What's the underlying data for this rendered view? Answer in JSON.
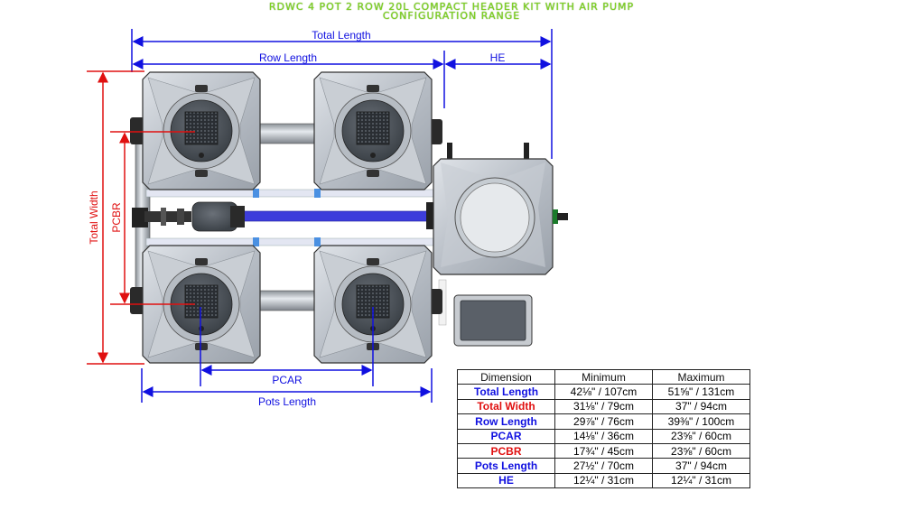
{
  "title_line1": "RDWC 4 POT 2 ROW 20L COMPACT HEADER KIT WITH AIR PUMP",
  "title_line2": "CONFIGURATION RANGE",
  "labels": {
    "total_length": "Total Length",
    "row_length": "Row Length",
    "he": "HE",
    "total_width": "Total Width",
    "pcbr": "PCBR",
    "pcar": "PCAR",
    "pots_length": "Pots Length"
  },
  "colors": {
    "blue": "#1010e0",
    "red": "#e01010",
    "title_green": "#7ed321"
  },
  "table": {
    "headers": [
      "Dimension",
      "Minimum",
      "Maximum"
    ],
    "rows": [
      {
        "name": "Total Length",
        "min": "42⅛\" / 107cm",
        "max": "51⅝\" / 131cm",
        "color": "#1010e0"
      },
      {
        "name": "Total Width",
        "min": "31⅛\" / 79cm",
        "max": "37\" / 94cm",
        "color": "#e01010"
      },
      {
        "name": "Row Length",
        "min": "29⅞\" / 76cm",
        "max": "39⅜\" / 100cm",
        "color": "#1010e0"
      },
      {
        "name": "PCAR",
        "min": "14⅛\" / 36cm",
        "max": "23⅝\" / 60cm",
        "color": "#1010e0"
      },
      {
        "name": "PCBR",
        "min": "17¾\" / 45cm",
        "max": "23⅝\" / 60cm",
        "color": "#e01010"
      },
      {
        "name": "Pots Length",
        "min": "27½\" / 70cm",
        "max": "37\" / 94cm",
        "color": "#1010e0"
      },
      {
        "name": "HE",
        "min": "12¼\" / 31cm",
        "max": "12¼\" / 31cm",
        "color": "#1010e0"
      }
    ]
  }
}
